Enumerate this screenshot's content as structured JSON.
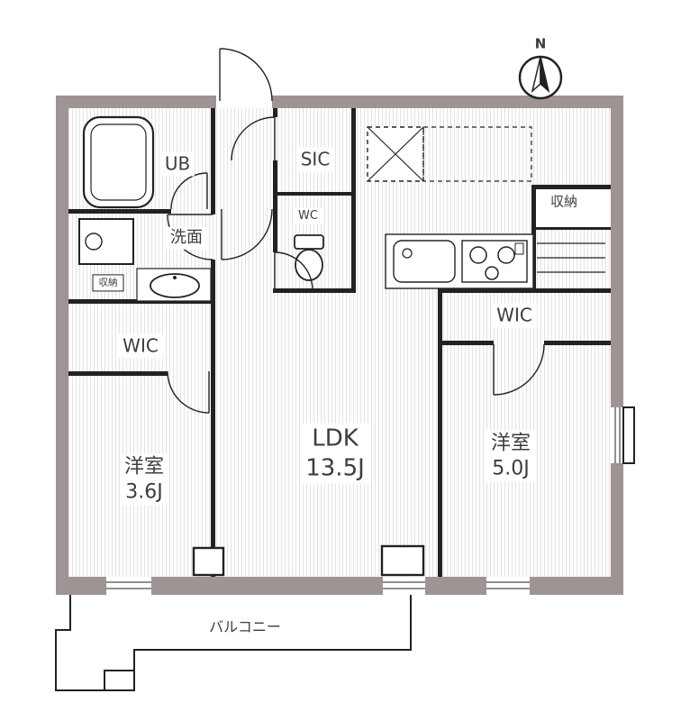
{
  "plan": {
    "compass": {
      "label": "N"
    },
    "labels": {
      "ub": "UB",
      "senmen": "洗面",
      "storage_small": "収納",
      "wic_left": "WIC",
      "bedroom_left_name": "洋室",
      "bedroom_left_size": "3.6J",
      "sic": "SIC",
      "wc": "WC",
      "ldk_name": "LDK",
      "ldk_size": "13.5J",
      "storage_right": "収納",
      "wic_right": "WIC",
      "bedroom_right_name": "洋室",
      "bedroom_right_size": "5.0J",
      "balcony": "バルコニー"
    },
    "colors": {
      "wall": "#9e9494",
      "stripe": "#e4e2e2",
      "line": "#222222"
    }
  }
}
